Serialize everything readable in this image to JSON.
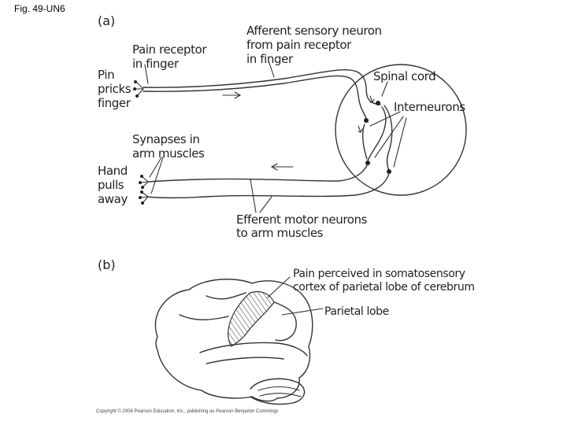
{
  "figure_label": "Fig. 49-UN6",
  "panels": {
    "a": "(a)",
    "b": "(b)"
  },
  "labels_a": {
    "afferent": [
      "Afferent sensory neuron",
      "from pain receptor",
      "in finger"
    ],
    "pain_receptor": [
      "Pain receptor",
      "in finger"
    ],
    "pin": [
      "Pin",
      "pricks",
      "finger"
    ],
    "spinal_cord": "Spinal cord",
    "interneurons": "Interneurons",
    "synapses": [
      "Synapses in",
      "arm muscles"
    ],
    "hand": [
      "Hand",
      "pulls",
      "away"
    ],
    "efferent": [
      "Efferent motor neurons",
      "to arm muscles"
    ]
  },
  "labels_b": {
    "pain_perceived": [
      "Pain perceived in somatosensory",
      "cortex of parietal lobe of cerebrum"
    ],
    "parietal": "Parietal lobe"
  },
  "copyright": "Copyright © 2008 Pearson Education, Inc., publishing as Pearson Benjamin Cummings"
}
